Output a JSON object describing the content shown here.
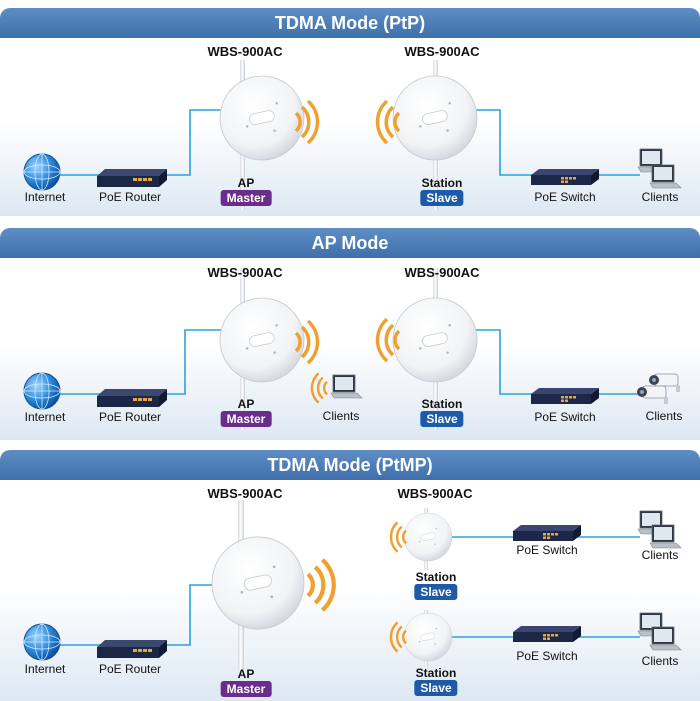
{
  "colors": {
    "header": "#4a7cb8",
    "master": "#6a2d8c",
    "slave": "#1e5aa8",
    "link": "#2aa3dc",
    "wave": "#f0a030"
  },
  "panels": [
    {
      "title": "TDMA Mode (PtP)",
      "left_model": "WBS-900AC",
      "right_model": "WBS-900AC",
      "internet": "Internet",
      "router": "PoE Router",
      "left_role": "AP",
      "left_badge": "Master",
      "right_role": "Station",
      "right_badge": "Slave",
      "switch": "PoE Switch",
      "clients": "Clients"
    },
    {
      "title": "AP Mode",
      "left_model": "WBS-900AC",
      "right_model": "WBS-900AC",
      "internet": "Internet",
      "router": "PoE Router",
      "left_role": "AP",
      "left_badge": "Master",
      "wifi_clients": "Clients",
      "right_role": "Station",
      "right_badge": "Slave",
      "switch": "PoE Switch",
      "clients": "Clients"
    },
    {
      "title": "TDMA Mode (PtMP)",
      "left_model": "WBS-900AC",
      "right_model": "WBS-900AC",
      "internet": "Internet",
      "router": "PoE Router",
      "left_role": "AP",
      "left_badge": "Master",
      "station1_role": "Station",
      "station1_badge": "Slave",
      "station1_switch": "PoE Switch",
      "station1_clients": "Clients",
      "station2_role": "Station",
      "station2_badge": "Slave",
      "station2_switch": "PoE Switch",
      "station2_clients": "Clients"
    }
  ]
}
